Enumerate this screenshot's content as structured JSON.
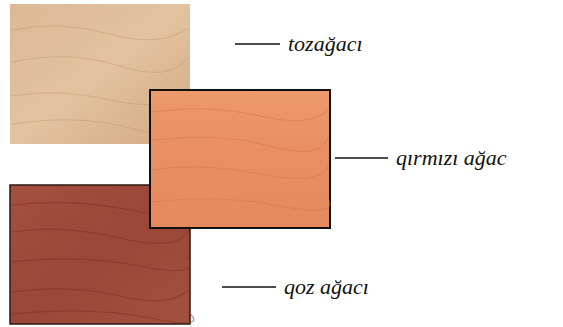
{
  "diagram": {
    "labels": [
      "tozağacı",
      "qırmızı ağac",
      "qoz ağacı"
    ]
  }
}
